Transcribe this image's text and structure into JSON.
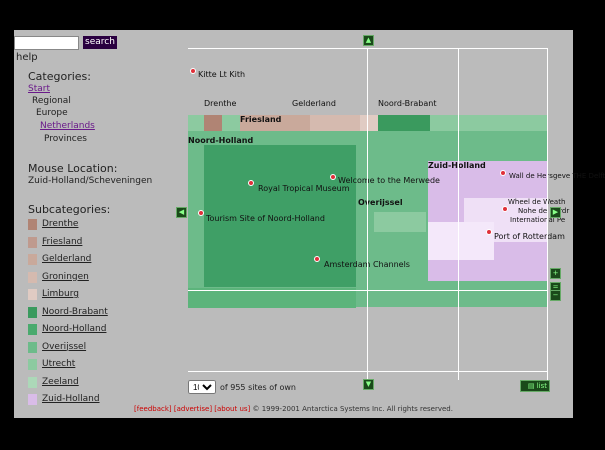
{
  "search": {
    "placeholder": "",
    "button": "search"
  },
  "help_link": "help",
  "categories": {
    "header": "Categories:",
    "items": [
      {
        "label": "Start",
        "linked": true
      },
      {
        "label": "Regional",
        "linked": false
      },
      {
        "label": "Europe",
        "linked": false
      },
      {
        "label": "Netherlands",
        "linked": true
      },
      {
        "label": "Provinces",
        "linked": false
      }
    ]
  },
  "mouse_location": {
    "header": "Mouse Location:",
    "value": "Zuid-Holland/Scheveningen"
  },
  "subcategories": {
    "header": "Subcategories:",
    "items": [
      {
        "label": "Drenthe",
        "color": "#b08474"
      },
      {
        "label": "Friesland",
        "color": "#bf9a8e"
      },
      {
        "label": "Gelderland",
        "color": "#c9a99b"
      },
      {
        "label": "Groningen",
        "color": "#d5baaf"
      },
      {
        "label": "Limburg",
        "color": "#e0cbc3"
      },
      {
        "label": "Noord-Brabant",
        "color": "#3a9a5e"
      },
      {
        "label": "Noord-Holland",
        "color": "#4aaa6e"
      },
      {
        "label": "Overijssel",
        "color": "#6dbb8a"
      },
      {
        "label": "Utrecht",
        "color": "#8ccaa0"
      },
      {
        "label": "Zeeland",
        "color": "#acd8b8"
      },
      {
        "label": "Zuid-Holland",
        "color": "#d9bce8"
      }
    ]
  },
  "map": {
    "labels": {
      "top_site": "Kitte Lt Kith",
      "drenthe": "Drenthe",
      "friesland": "Friesland",
      "gelderland": "Gelderland",
      "noord_brabant": "Noord-Brabant",
      "noord_holland": "Noord-Holland",
      "overijssel": "Overijssel",
      "zuid_holland": "Zuid-Holland"
    },
    "sites": [
      "Welcome to the Merwede",
      "Royal Tropical Museum",
      "Tourism Site of Noord-Holland",
      "Amsterdam Channels",
      "Wall de Hersgeve THE Delft",
      "Wheel de Weath",
      "Nohe de Dordr",
      "International Pe",
      "Port of Rotterdam"
    ]
  },
  "pager": {
    "per_page": "10",
    "text": "of 955 sites of own",
    "list_label": "list"
  },
  "footer": {
    "links": [
      "feedback",
      "advertise",
      "about us"
    ],
    "copyright": "© 1999-2001 Antarctica Systems Inc. All rights reserved."
  }
}
